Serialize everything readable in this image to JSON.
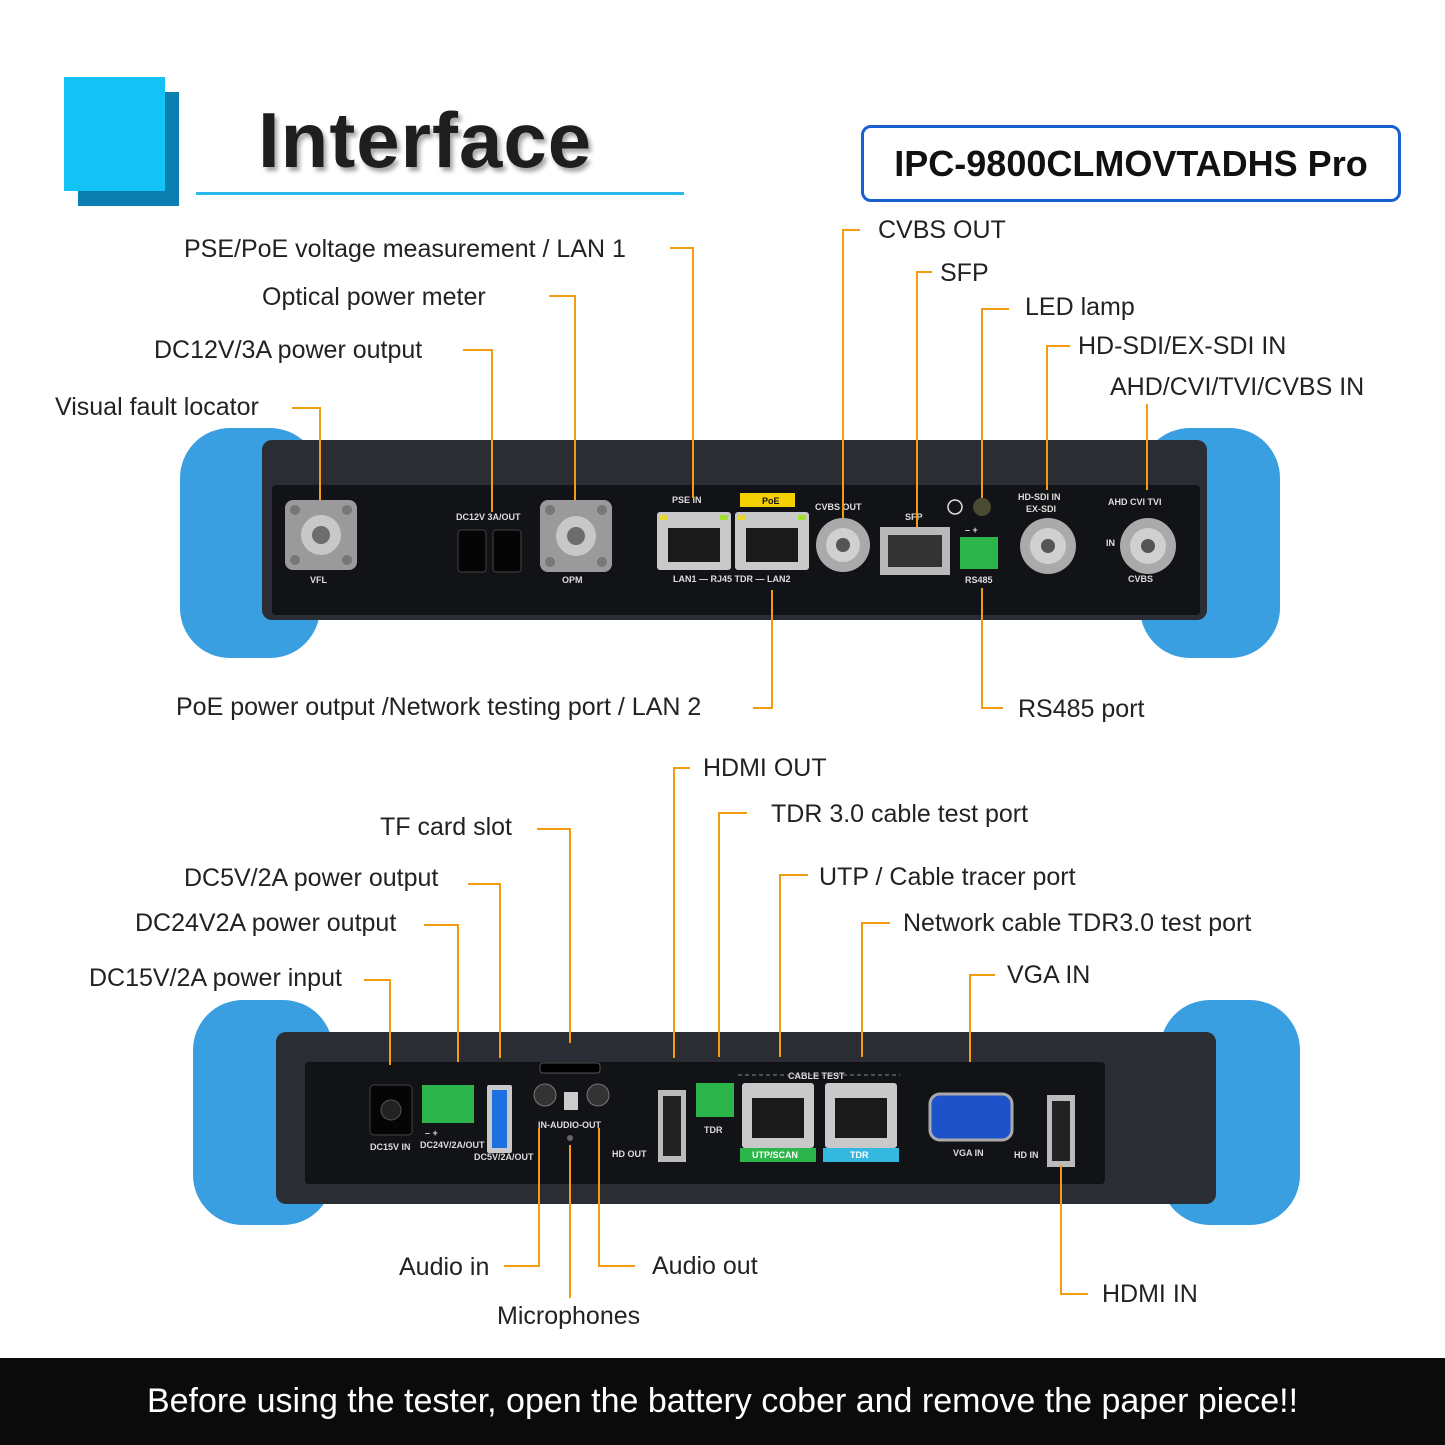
{
  "title": "Interface",
  "model": "IPC-9800CLMOVTADHS Pro",
  "banner": "Before using the tester, open the battery cober and remove the paper piece!!",
  "colors": {
    "accent": "#29b6e8",
    "leader": "#f39c12",
    "bumper": "#3a9fe0",
    "box_border": "#1a5fd0"
  },
  "top_labels": {
    "pse": "PSE/PoE voltage measurement / LAN 1",
    "opm": "Optical power meter",
    "dc12": "DC12V/3A power output",
    "vfl": "Visual fault locator",
    "cvbs_out": "CVBS OUT",
    "sfp": "SFP",
    "led": "LED lamp",
    "hdsdi": "HD-SDI/EX-SDI IN",
    "ahd": "AHD/CVI/TVI/CVBS IN",
    "poe_out": "PoE power output /Network testing port / LAN 2",
    "rs485": "RS485 port"
  },
  "top_panel": {
    "vfl": "VFL",
    "dc12": "DC12V 3A/OUT",
    "opm": "OPM",
    "pse_in": "PSE IN",
    "poe": "PoE",
    "lan_row": "LAN1 — RJ45 TDR — LAN2",
    "cvbs_out": "CVBS OUT",
    "sfp": "SFP",
    "rs485": "RS485",
    "minus_plus": "–  +",
    "hdsdi_in": "HD-SDI IN",
    "exsdi": "EX-SDI",
    "ahd": "AHD CVI TVI",
    "in": "IN",
    "cvbs": "CVBS"
  },
  "bottom_labels": {
    "hdmi_out": "HDMI OUT",
    "tf": "TF card slot",
    "tdr30": "TDR 3.0 cable test port",
    "dc5": "DC5V/2A power output",
    "utp": "UTP / Cable tracer port",
    "dc24": "DC24V2A power output",
    "net_tdr": "Network cable TDR3.0 test port",
    "dc15": "DC15V/2A power input",
    "vga": "VGA IN",
    "audio_in": "Audio in",
    "audio_out": "Audio out",
    "mic": "Microphones",
    "hdmi_in": "HDMI IN"
  },
  "bottom_panel": {
    "dc15": "DC15V IN",
    "dc24": "DC24V/2A/OUT",
    "minus_plus": "–  +",
    "dc5": "DC5V/2A/OUT",
    "audio": "IN-AUDIO-OUT",
    "hd_out": "HD OUT",
    "tdr": "TDR",
    "cable_test": "CABLE TEST",
    "utp_scan": "UTP/SCAN",
    "tdr_port": "TDR",
    "vga_in": "VGA IN",
    "hd_in": "HD IN"
  }
}
